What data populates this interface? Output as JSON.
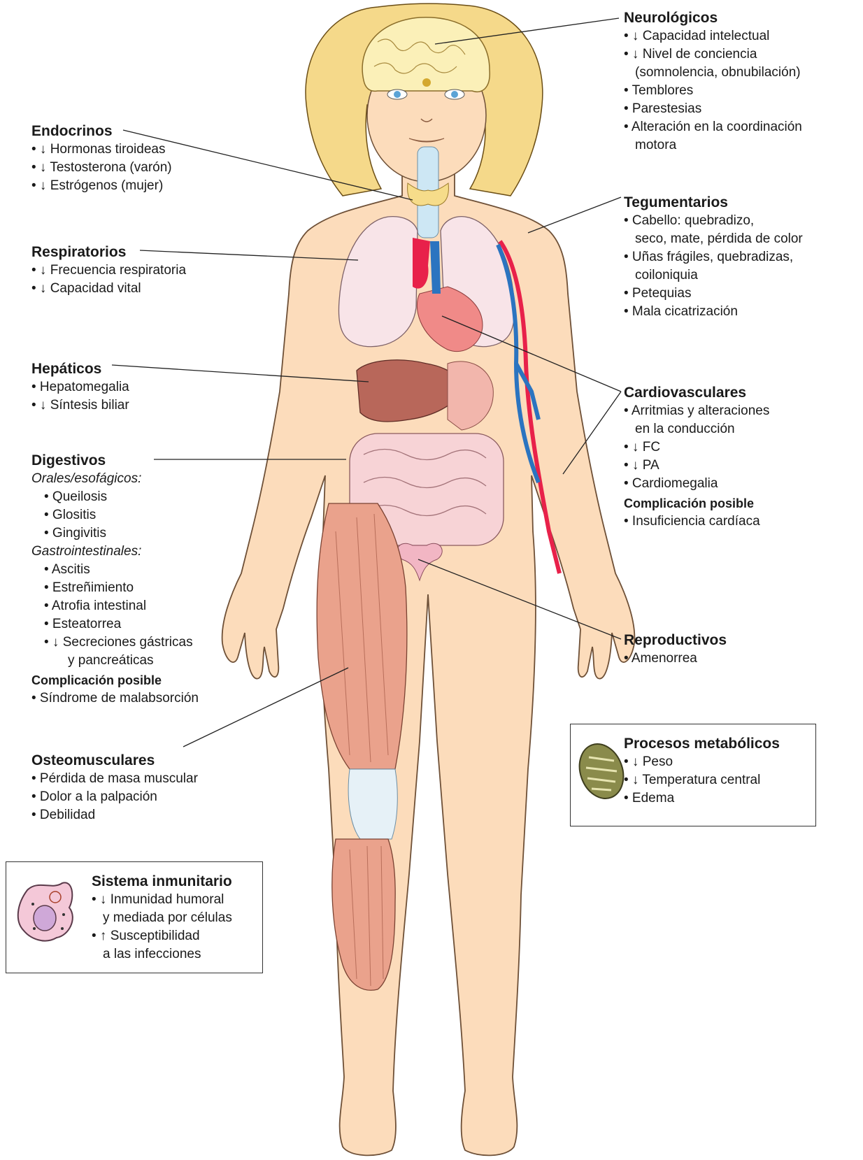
{
  "neuro": {
    "title": "Neurológicos",
    "items": [
      [
        "• ↓ Capacidad intelectual"
      ],
      [
        "• ↓ Nivel de conciencia",
        "(somnolencia, obnubilación)"
      ],
      [
        "• Temblores"
      ],
      [
        "• Parestesias"
      ],
      [
        "• Alteración en la coordinación",
        "motora"
      ]
    ]
  },
  "endo": {
    "title": "Endocrinos",
    "items": [
      [
        "• ↓ Hormonas tiroideas"
      ],
      [
        "• ↓ Testosterona (varón)"
      ],
      [
        "• ↓ Estrógenos (mujer)"
      ]
    ]
  },
  "teg": {
    "title": "Tegumentarios",
    "items": [
      [
        "• Cabello: quebradizo,",
        "seco, mate, pérdida de color"
      ],
      [
        "• Uñas frágiles, quebradizas,",
        "coiloniquia"
      ],
      [
        "• Petequias"
      ],
      [
        "• Mala cicatrización"
      ]
    ]
  },
  "resp": {
    "title": "Respiratorios",
    "items": [
      [
        "• ↓ Frecuencia respiratoria"
      ],
      [
        "• ↓ Capacidad vital"
      ]
    ]
  },
  "hep": {
    "title": "Hepáticos",
    "items": [
      [
        "• Hepatomegalia"
      ],
      [
        "• ↓ Síntesis biliar"
      ]
    ]
  },
  "cardio": {
    "title": "Cardiovasculares",
    "items": [
      [
        "• Arritmias y alteraciones",
        "en la conducción"
      ],
      [
        "• ↓ FC"
      ],
      [
        "• ↓ PA"
      ],
      [
        "• Cardiomegalia"
      ]
    ],
    "comp_title": "Complicación posible",
    "comp_items": [
      [
        "• Insuficiencia cardíaca"
      ]
    ]
  },
  "dig": {
    "title": "Digestivos",
    "sub1": "Orales/esofágicos:",
    "items1": [
      [
        "• Queilosis"
      ],
      [
        "• Glositis"
      ],
      [
        "• Gingivitis"
      ]
    ],
    "sub2": "Gastrointestinales:",
    "items2": [
      [
        "• Ascitis"
      ],
      [
        "• Estreñimiento"
      ],
      [
        "• Atrofia intestinal"
      ],
      [
        "• Esteatorrea"
      ],
      [
        "• ↓ Secreciones gástricas",
        "y pancreáticas"
      ]
    ],
    "comp_title": "Complicación posible",
    "comp_items": [
      [
        "• Síndrome de malabsorción"
      ]
    ]
  },
  "repro": {
    "title": "Reproductivos",
    "items": [
      [
        "• Amenorrea"
      ]
    ]
  },
  "osteo": {
    "title": "Osteomusculares",
    "items": [
      [
        "• Pérdida de masa muscular"
      ],
      [
        "• Dolor a la palpación"
      ],
      [
        "• Debilidad"
      ]
    ]
  },
  "metab": {
    "title": "Procesos metabólicos",
    "items": [
      [
        "• ↓ Peso"
      ],
      [
        "• ↓ Temperatura central"
      ],
      [
        "• Edema"
      ]
    ]
  },
  "inmune": {
    "title": "Sistema inmunitario",
    "items": [
      [
        "• ↓ Inmunidad humoral",
        "y mediada por células"
      ],
      [
        "• ↑ Susceptibilidad",
        "a las infecciones"
      ]
    ]
  },
  "colors": {
    "skin": "#fcdcbb",
    "hair": "#f5d98a",
    "lung": "#f8e4e8",
    "liver": "#b8675a",
    "muscle": "#eaa28c",
    "artery": "#e8214a",
    "vein": "#2b74c0",
    "mitochondria": "#8a8b4b",
    "cell": "#f4c8d8"
  }
}
